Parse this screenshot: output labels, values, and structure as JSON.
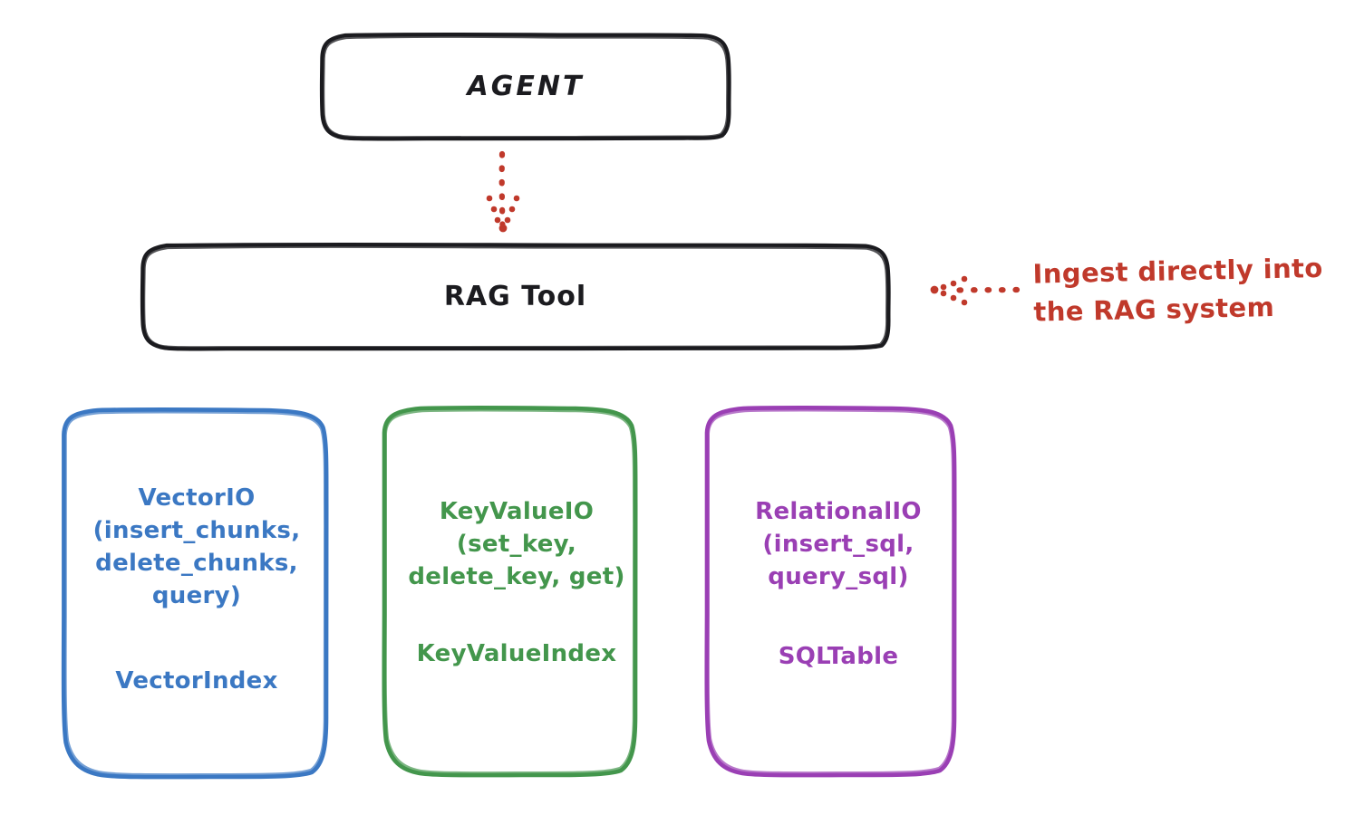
{
  "diagram": {
    "title": "RAG Tool architecture (hand-drawn)",
    "background_color": "#ffffff",
    "stroke_black": "#1b1b1f",
    "nodes": {
      "agent": {
        "label": "AGENT",
        "color": "#1b1b1f"
      },
      "rag_tool": {
        "label": "RAG Tool",
        "color": "#1b1b1f"
      },
      "vector": {
        "api": "VectorIO\n(insert_chunks,\ndelete_chunks,\nquery)",
        "index": "VectorIndex",
        "color": "#3b78c3"
      },
      "keyvalue": {
        "api": "KeyValueIO\n(set_key,\ndelete_key, get)",
        "index": "KeyValueIndex",
        "color": "#43964c"
      },
      "relational": {
        "api": "RelationalIO\n(insert_sql,\nquery_sql)",
        "index": "SQLTable",
        "color": "#9a3fb4"
      }
    },
    "annotation": {
      "text": "Ingest directly into\nthe RAG system",
      "color": "#c0392b"
    },
    "connectors": {
      "agent_to_ragtool": {
        "style": "dotted-arrow",
        "direction": "down",
        "color": "#c0392b"
      },
      "annotation_to_ragtool": {
        "style": "dotted-arrow",
        "direction": "left",
        "color": "#c0392b"
      }
    }
  }
}
